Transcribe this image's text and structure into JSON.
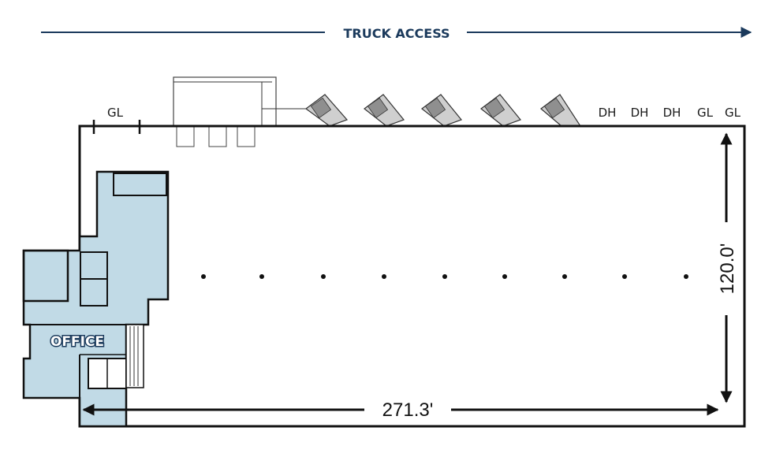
{
  "header": {
    "truck_access": "TRUCK ACCESS"
  },
  "doors": {
    "gl_left": "GL",
    "dh1": "DH",
    "dh2": "DH",
    "dh3": "DH",
    "gl_right1": "GL",
    "gl_right2": "GL"
  },
  "dimensions": {
    "width": "271.3'",
    "depth": "120.0'"
  },
  "office": {
    "label": "OFFICE"
  },
  "colors": {
    "office_fill": "#c1dae6",
    "accent": "#1b3a5c",
    "wall": "#111111"
  }
}
